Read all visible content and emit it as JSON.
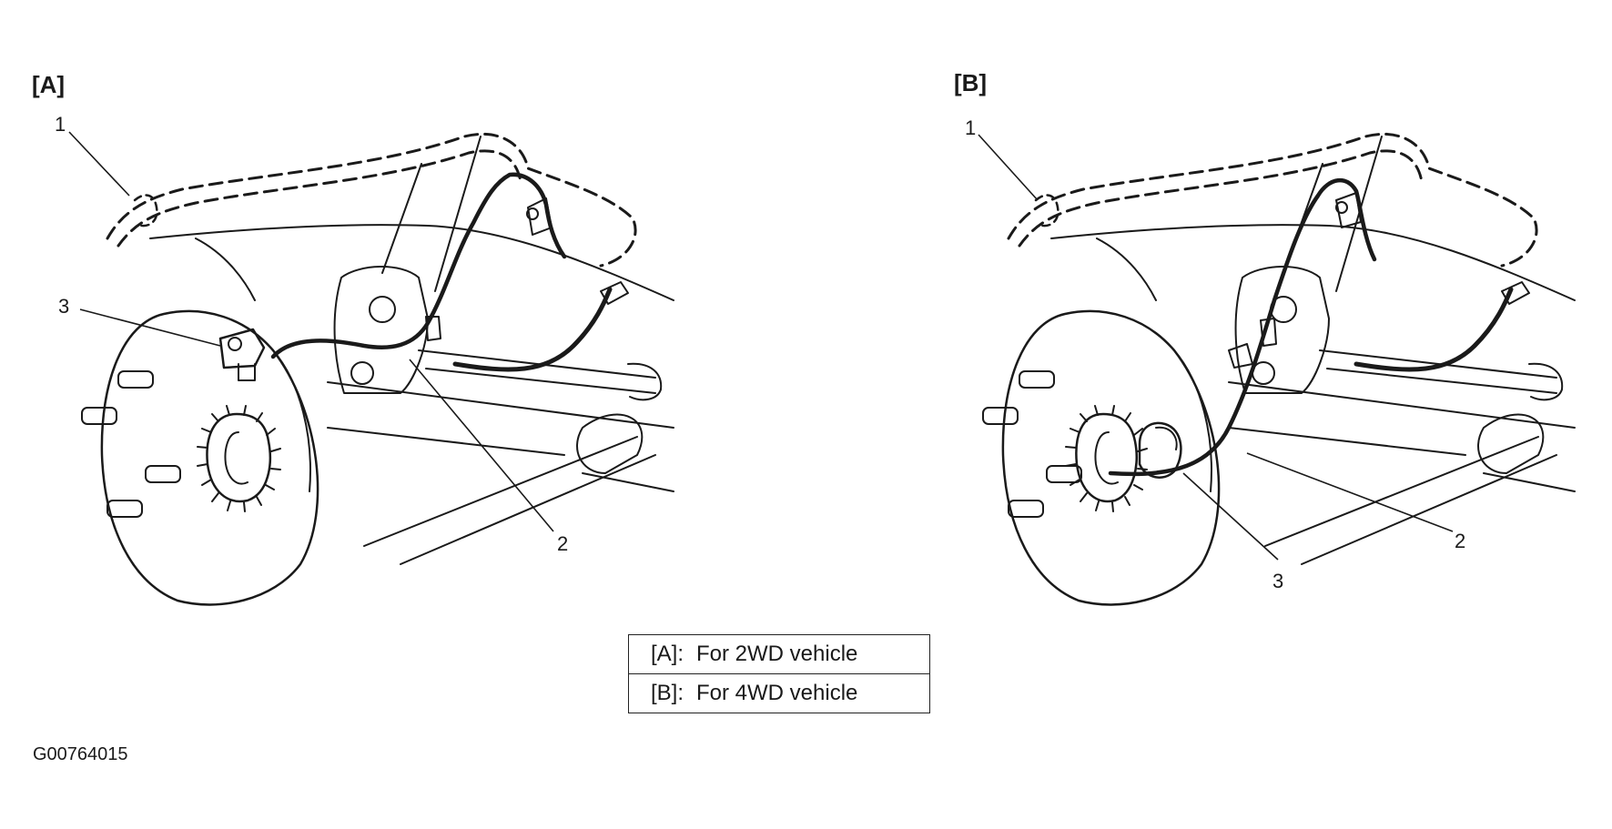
{
  "panels": [
    {
      "label": "[A]",
      "callouts": [
        "1",
        "2",
        "3"
      ]
    },
    {
      "label": "[B]",
      "callouts": [
        "1",
        "2",
        "3"
      ]
    }
  ],
  "legend": [
    {
      "key": "[A]:",
      "text": "For 2WD vehicle"
    },
    {
      "key": "[B]:",
      "text": "For 4WD vehicle"
    }
  ],
  "figure_id": "G00764015",
  "colors": {
    "line": "#1a1a1a",
    "background": "#ffffff"
  }
}
